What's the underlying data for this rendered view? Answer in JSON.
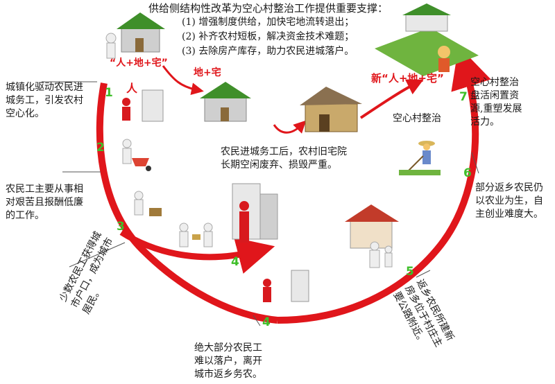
{
  "header": {
    "title": "供给侧结构性改革为空心村整治工作提供重要支撑：",
    "points": [
      "(1) 增强制度供给，加快宅地流转退出；",
      "(2) 补齐农村短板，解决资金技术难题；",
      "(3) 去除房产库存，助力农民进城落户。"
    ]
  },
  "labels": {
    "ren_di_zhai": "“人+地+宅”",
    "di_zhai": "地+宅",
    "ren": "人",
    "new_ren_di_zhai": "新“人+地+宅”",
    "hollow_village": "空心村整治"
  },
  "notes": {
    "note_1": "城镇化驱动农民进\n城务工，引发农村\n空心化。",
    "note_2": "农民工主要从事相\n对艰苦且报酬低廉\n的工作。",
    "note_3": "少数农民工获得城\n市户口，成为城市\n居民。",
    "note_4": "绝大部分农民工\n难以落户，离开\n城市返乡务农。",
    "note_5": "返乡农民所建新\n房多位于村庄主\n要公路附近。",
    "note_6": "部分返乡农民仍\n以农业为生，自\n主创业难度大。",
    "note_7": "空心村整治\n盘活闲置资\n源,重塑发展\n活力。",
    "center": "农民进城务工后，农村旧宅院\n长期空闲废弃、损毁严重。"
  },
  "steps": [
    "1",
    "2",
    "3",
    "4",
    "4",
    "5",
    "6",
    "7"
  ],
  "colors": {
    "arrow": "#e0161b",
    "step": "#3fbf2a",
    "roof": "#3f8f2a",
    "leader": "#555555"
  }
}
